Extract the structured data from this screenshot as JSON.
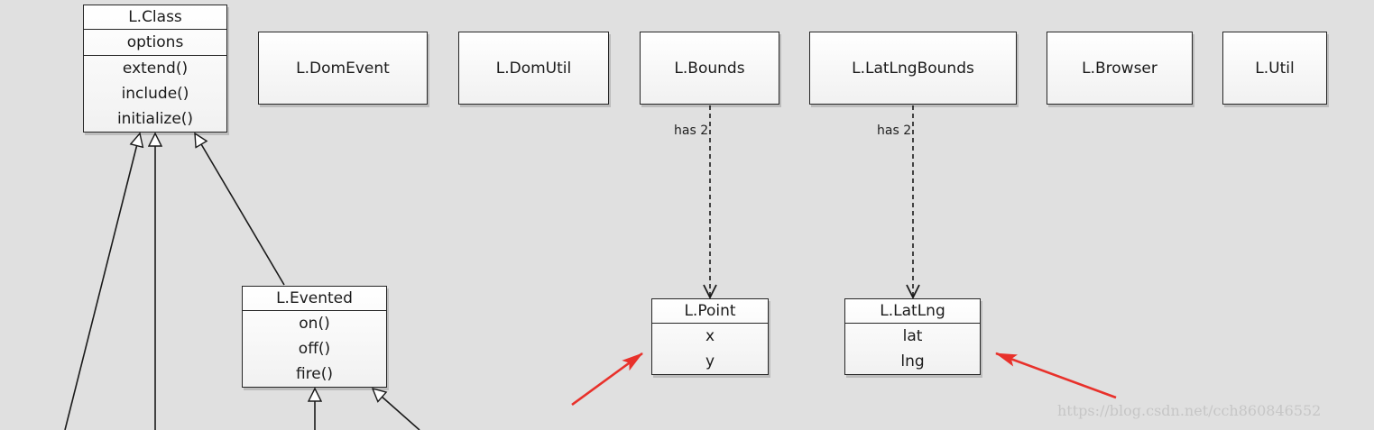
{
  "classes": {
    "l_class": {
      "name": "L.Class",
      "attributes": [
        "options"
      ],
      "methods": [
        "extend()",
        "include()",
        "initialize()"
      ]
    },
    "l_evented": {
      "name": "L.Evented",
      "methods": [
        "on()",
        "off()",
        "fire()"
      ]
    },
    "l_point": {
      "name": "L.Point",
      "attributes": [
        "x",
        "y"
      ]
    },
    "l_latlng": {
      "name": "L.LatLng",
      "attributes": [
        "lat",
        "lng"
      ]
    }
  },
  "simple_boxes": {
    "dom_event": "L.DomEvent",
    "dom_util": "L.DomUtil",
    "bounds": "L.Bounds",
    "latlng_bounds": "L.LatLngBounds",
    "browser": "L.Browser",
    "util": "L.Util"
  },
  "edge_labels": {
    "bounds_to_point": "has 2",
    "latlngbounds_to_latlng": "has 2"
  },
  "annotation_color": "#e8312b",
  "watermark": "https://blog.csdn.net/cch860846552"
}
